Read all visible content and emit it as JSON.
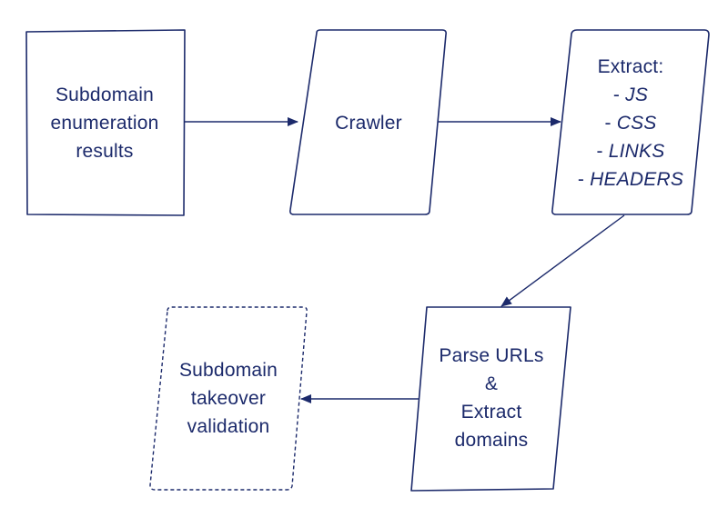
{
  "diagram": {
    "colors": {
      "stroke": "#1c2a6b",
      "text": "#1c2a6b",
      "background": "#ffffff"
    },
    "nodes": [
      {
        "id": "subdomain-enumeration",
        "lines": [
          "Subdomain",
          "enumeration",
          "results"
        ]
      },
      {
        "id": "crawler",
        "lines": [
          "Crawler"
        ]
      },
      {
        "id": "extract",
        "lines": [
          "Extract:"
        ],
        "items": [
          {
            "prefix": "- ",
            "text": "JS"
          },
          {
            "prefix": "- ",
            "text": "CSS"
          },
          {
            "prefix": "- ",
            "text": "LINKS"
          },
          {
            "prefix": "- ",
            "text": "HEADERS"
          }
        ]
      },
      {
        "id": "parse-urls",
        "lines": [
          "Parse URLs",
          "&",
          "Extract",
          "domains"
        ]
      },
      {
        "id": "subdomain-takeover",
        "lines": [
          "Subdomain",
          "takeover",
          "validation"
        ],
        "style": "dashed"
      }
    ],
    "edges": [
      {
        "from": "subdomain-enumeration",
        "to": "crawler"
      },
      {
        "from": "crawler",
        "to": "extract"
      },
      {
        "from": "extract",
        "to": "parse-urls"
      },
      {
        "from": "parse-urls",
        "to": "subdomain-takeover"
      }
    ]
  }
}
